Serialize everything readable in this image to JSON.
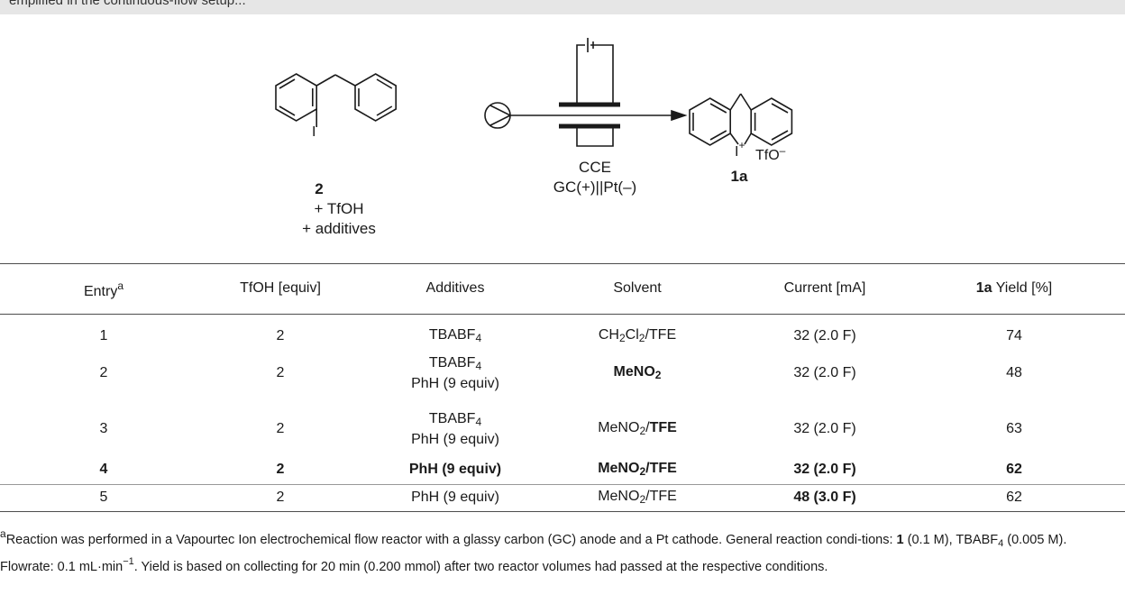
{
  "caption": {
    "text": "emplified in the continuous-flow setup..."
  },
  "scheme": {
    "reactant_label": "2",
    "reactant_line2": "+ TfOH",
    "reactant_line3": "+ additives",
    "iodine_atom": "I",
    "method": "CCE",
    "electrodes": "GC(+)||Pt(–)",
    "product_label": "1a",
    "product_iodine": "I",
    "product_charge": "+",
    "counterion": "TfO",
    "counterion_charge": "–"
  },
  "table": {
    "headers": {
      "entry": "Entry",
      "entry_sup": "a",
      "tfoh": "TfOH [equiv]",
      "additives": "Additives",
      "solvent": "Solvent",
      "current": "Current [mA]",
      "yield_bold": "1a",
      "yield_rest": " Yield [%]"
    },
    "rows": [
      {
        "entry": "1",
        "tfoh": "2",
        "add1": "TBABF",
        "add1_sub": "4",
        "add2": "",
        "solvent": "CH2Cl2/TFE",
        "current": "32 (2.0 F)",
        "yield": "74",
        "bold": false
      },
      {
        "entry": "2",
        "tfoh": "2",
        "add1": "TBABF",
        "add1_sub": "4",
        "add2": "PhH (9 equiv)",
        "solvent": "MeNO2",
        "current": "32 (2.0 F)",
        "yield": "48",
        "bold": false
      },
      {
        "entry": "3",
        "tfoh": "2",
        "add1": "TBABF",
        "add1_sub": "4",
        "add2": "PhH (9 equiv)",
        "solvent": "MeNO2/TFE",
        "current": "32 (2.0 F)",
        "yield": "63",
        "bold": false
      },
      {
        "entry": "4",
        "tfoh": "2",
        "add1": "PhH (9 equiv)",
        "add1_sub": "",
        "add2": "",
        "solvent": "MeNO2/TFE",
        "current": "32 (2.0 F)",
        "yield": "62",
        "bold": true
      },
      {
        "entry": "5",
        "tfoh": "2",
        "add1": "PhH (9 equiv)",
        "add1_sub": "",
        "add2": "",
        "solvent": "MeNO2/TFE",
        "current": "48 (3.0 F)",
        "yield": "62",
        "bold": false
      }
    ],
    "solvent_parts": {
      "ch": "CH",
      "two": "2",
      "cl": "Cl",
      "slash_tfe": "/TFE",
      "meno": "MeNO",
      "slash": "/",
      "tfe": "TFE"
    }
  },
  "footnote": {
    "sup": "a",
    "part1": "Reaction was performed in a Vapourtec Ion electrochemical flow reactor with a glassy carbon (GC) anode and a Pt cathode. General reaction condi-tions: ",
    "bold1": "1",
    "part2": " (0.1 M), TBABF",
    "sub4": "4",
    "part3": " (0.005 M). Flowrate: 0.1 mL·min",
    "supm1": "−1",
    "part4": ". Yield is based on collecting for 20 min (0.200 mmol) after two reactor volumes had passed at the respective conditions."
  }
}
